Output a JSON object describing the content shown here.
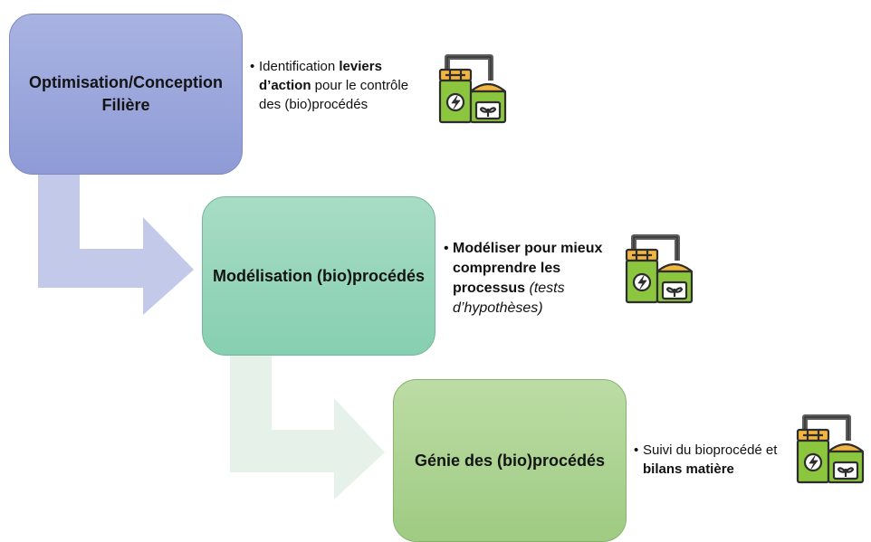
{
  "boxes": [
    {
      "label": "Optimisation/Conception Filière"
    },
    {
      "label": "Modélisation (bio)procédés"
    },
    {
      "label": "Génie des (bio)procédés"
    }
  ],
  "bullets": [
    {
      "segments": [
        {
          "text": "Identification ",
          "style": "normal"
        },
        {
          "text": "leviers d’action",
          "style": "bold"
        },
        {
          "text": " pour le contrôle des (bio)procédés",
          "style": "normal"
        }
      ]
    },
    {
      "segments": [
        {
          "text": "Modéliser pour mieux comprendre les processus",
          "style": "bold"
        },
        {
          "text": " (tests d’hypothèses)",
          "style": "italic"
        }
      ]
    },
    {
      "segments": [
        {
          "text": "Suivi du bioprocédé et ",
          "style": "normal"
        },
        {
          "text": "bilans matière",
          "style": "bold"
        }
      ]
    }
  ],
  "bullet_glyph": "•",
  "icon": "biogas-plant-icon",
  "colors": {
    "box1": "#9aa5dc",
    "box2": "#97d5ba",
    "box3": "#add38f",
    "arrow1": "#c3cae9",
    "arrow2": "#e6f1ea"
  }
}
